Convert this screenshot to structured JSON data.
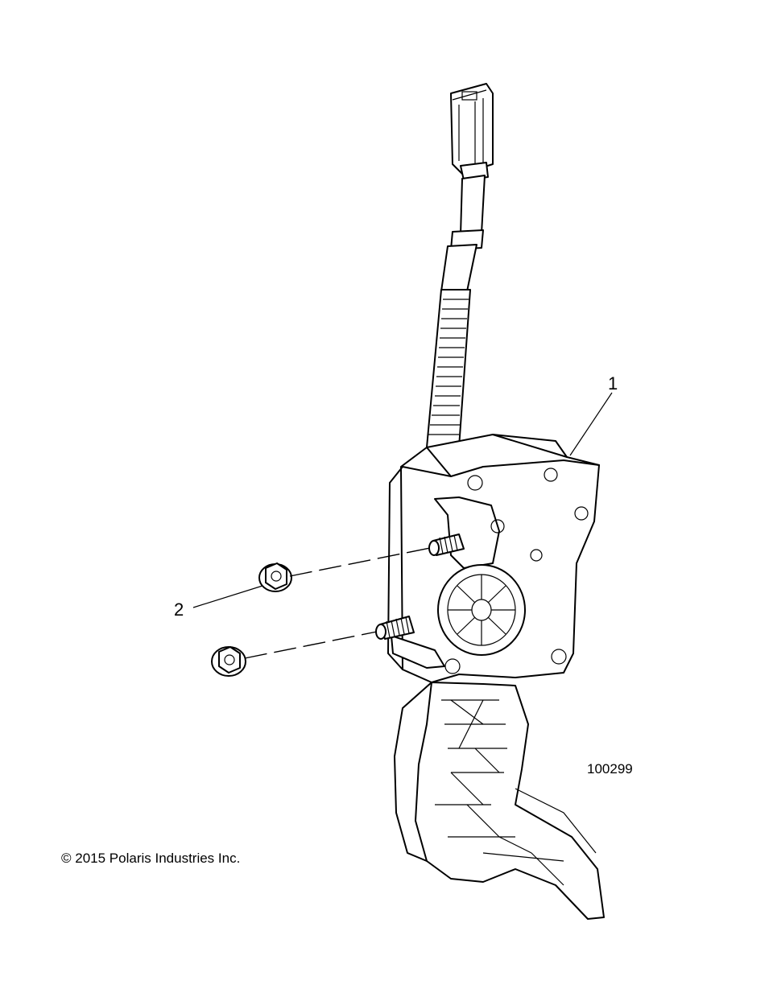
{
  "callouts": {
    "part_1": "1",
    "part_2": "2"
  },
  "drawing_number": "100299",
  "copyright": "© 2015 Polaris Industries Inc."
}
